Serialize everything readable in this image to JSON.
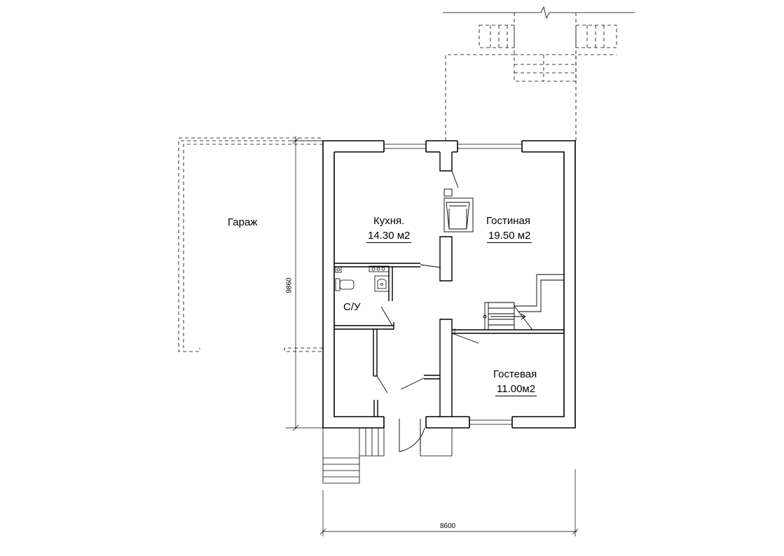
{
  "rooms": {
    "kitchen": {
      "name": "Кухня.",
      "area": "14.30 м2"
    },
    "living": {
      "name": "Гостиная",
      "area": "19.50 м2"
    },
    "guest": {
      "name": "Гостевая",
      "area": "11.00м2"
    },
    "bathroom": {
      "name": "С/У"
    },
    "garage": {
      "name": "Гараж"
    }
  },
  "dimensions": {
    "height": "9860",
    "width": "8600"
  }
}
